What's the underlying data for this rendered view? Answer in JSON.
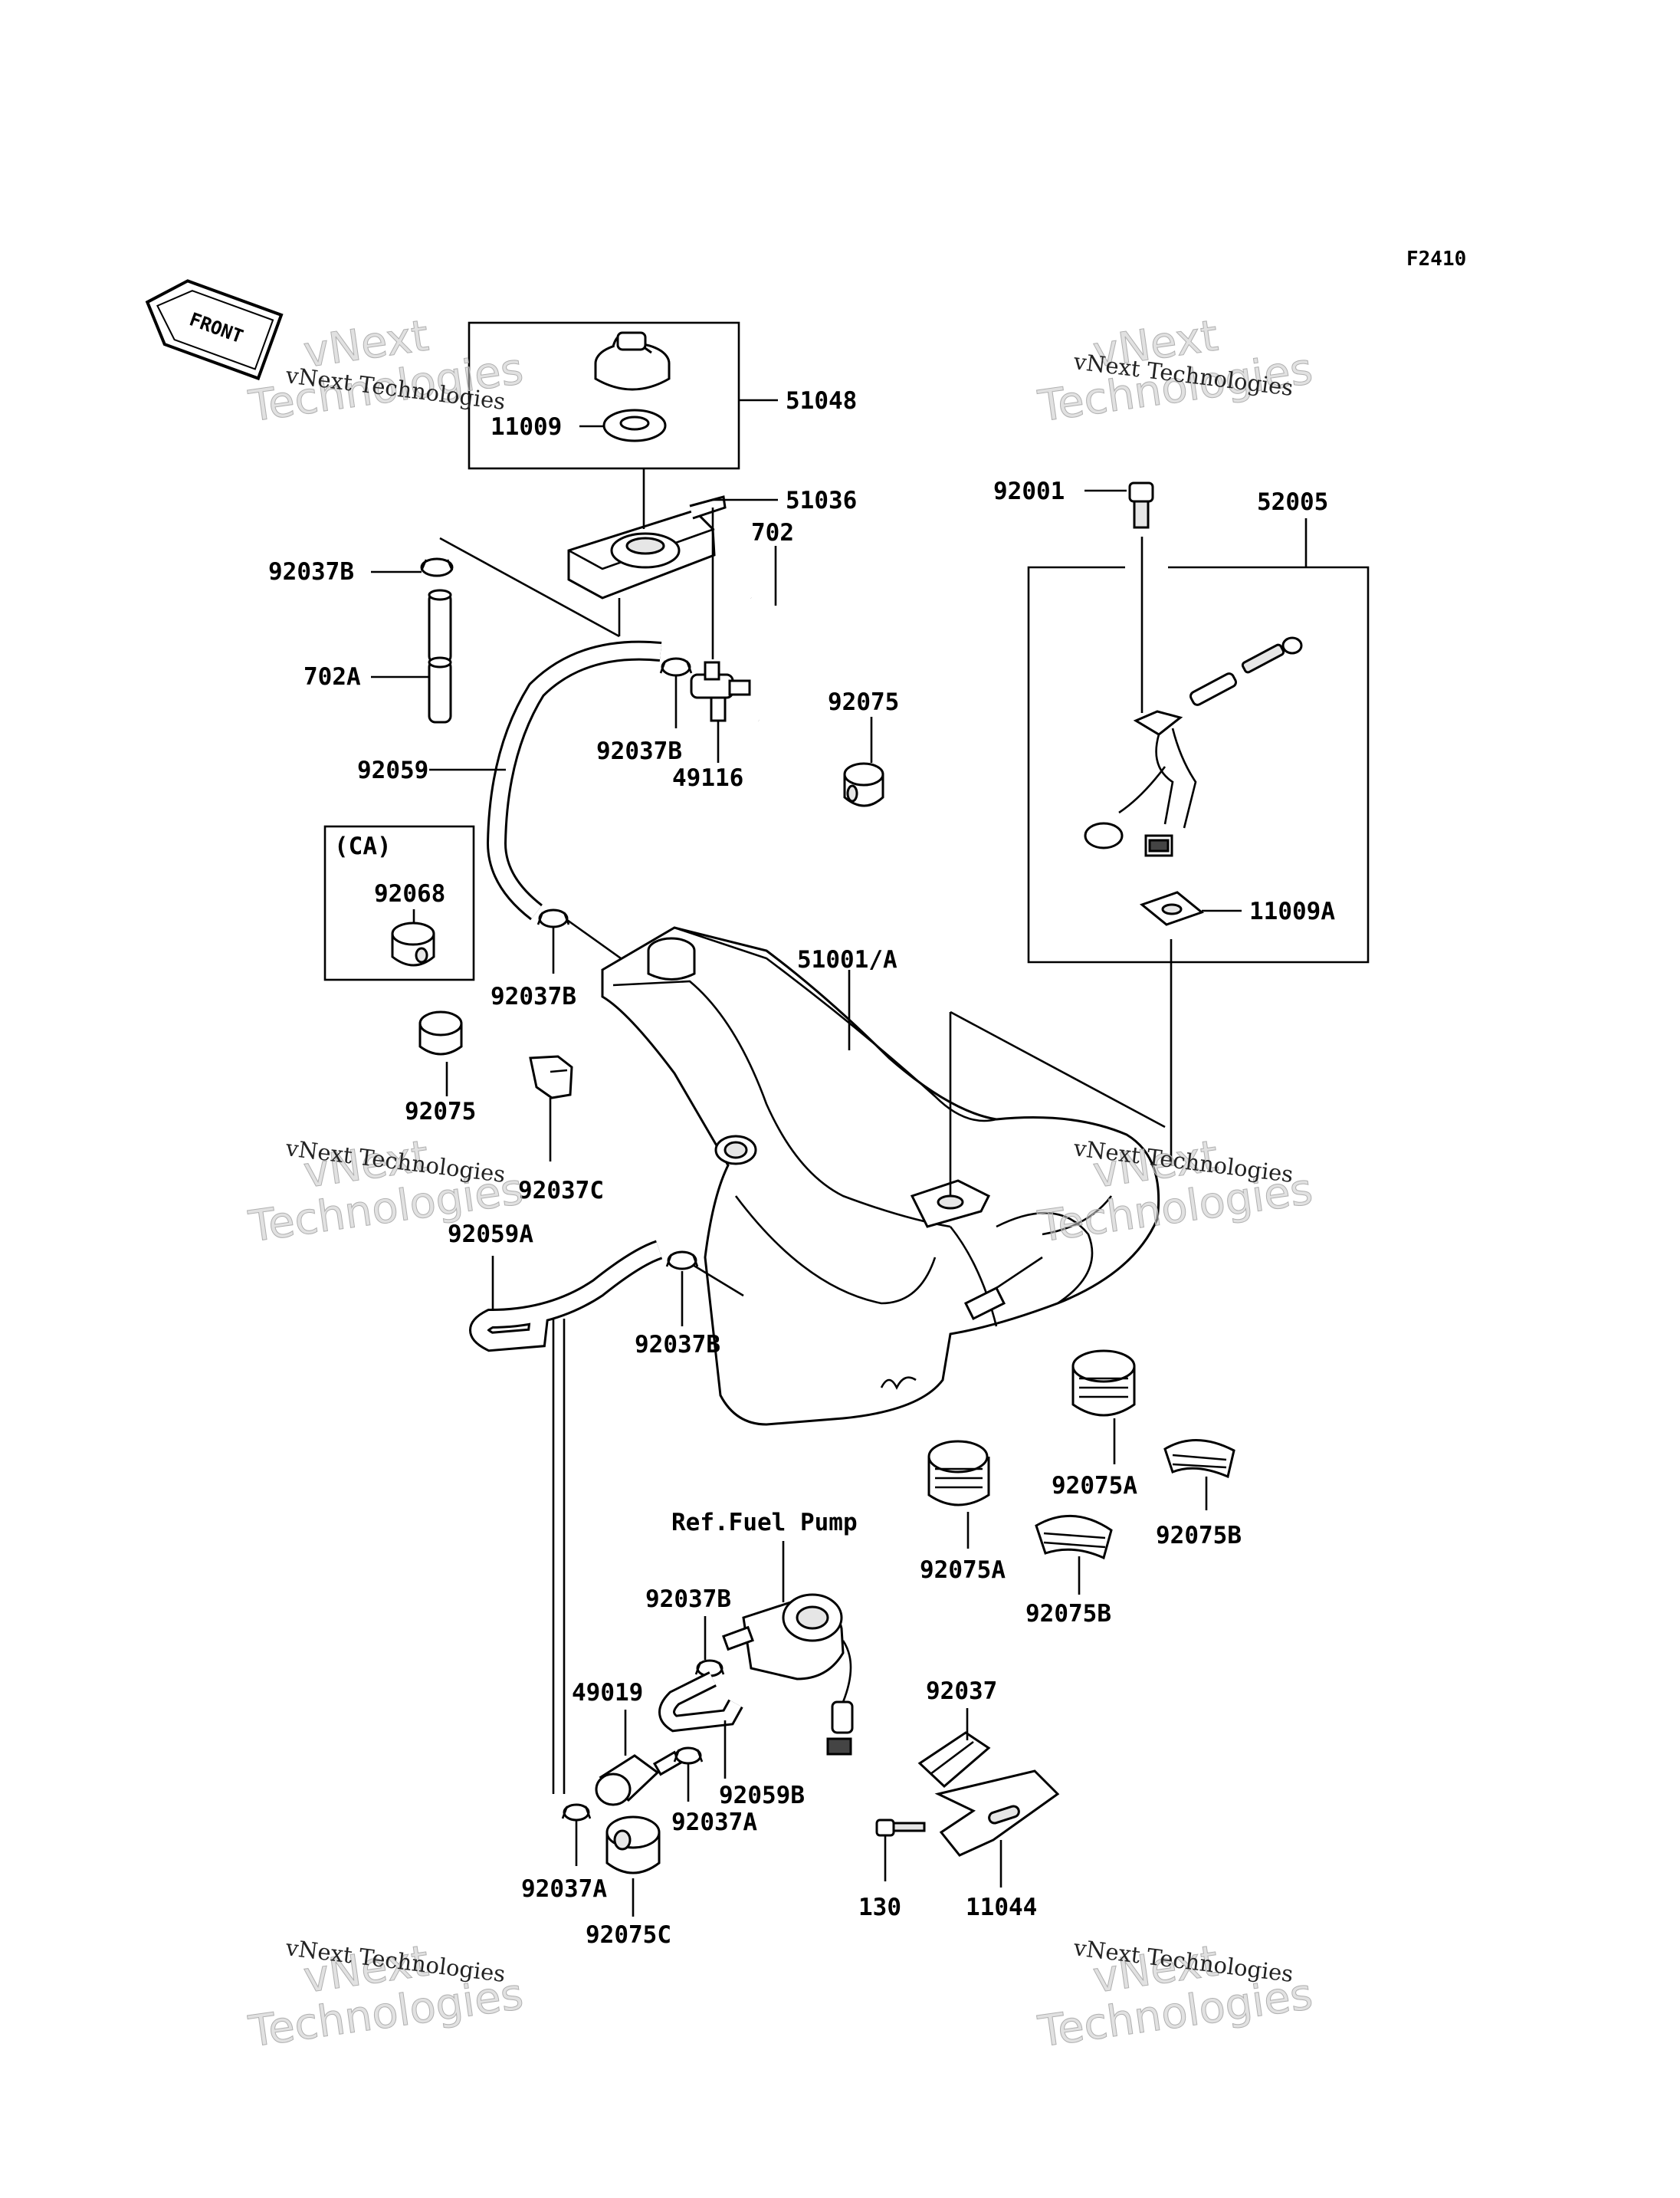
{
  "diagram_code": "F2410",
  "front_label": "FRONT",
  "watermark": {
    "big_1": "vNext",
    "big_2": "Technologies",
    "small": "vNext Technologies"
  },
  "variant_label": "(CA)",
  "ref_label": "Ref.Fuel Pump",
  "parts": {
    "p51048": "51048",
    "p11009": "11009",
    "p51036": "51036",
    "p702": "702",
    "p92037B_top": "92037B",
    "p702A": "702A",
    "p92037B_mid": "92037B",
    "p49116": "49116",
    "p92075_top": "92075",
    "p92059": "92059",
    "p92068": "92068",
    "p92037B_left": "92037B",
    "p51001A": "51001/A",
    "p92001": "92001",
    "p52005": "52005",
    "p11009A": "11009A",
    "p92075_left": "92075",
    "p92037C": "92037C",
    "p92059A": "92059A",
    "p92037B_low": "92037B",
    "p92075A_right": "92075A",
    "p92075B_right": "92075B",
    "p92075A_left": "92075A",
    "p92075B_mid": "92075B",
    "p92037B_pump": "92037B",
    "p49019": "49019",
    "p92059B": "92059B",
    "p92037A_mid": "92037A",
    "p92037A_left": "92037A",
    "p92075C": "92075C",
    "p92037": "92037",
    "p130": "130",
    "p11044": "11044"
  }
}
